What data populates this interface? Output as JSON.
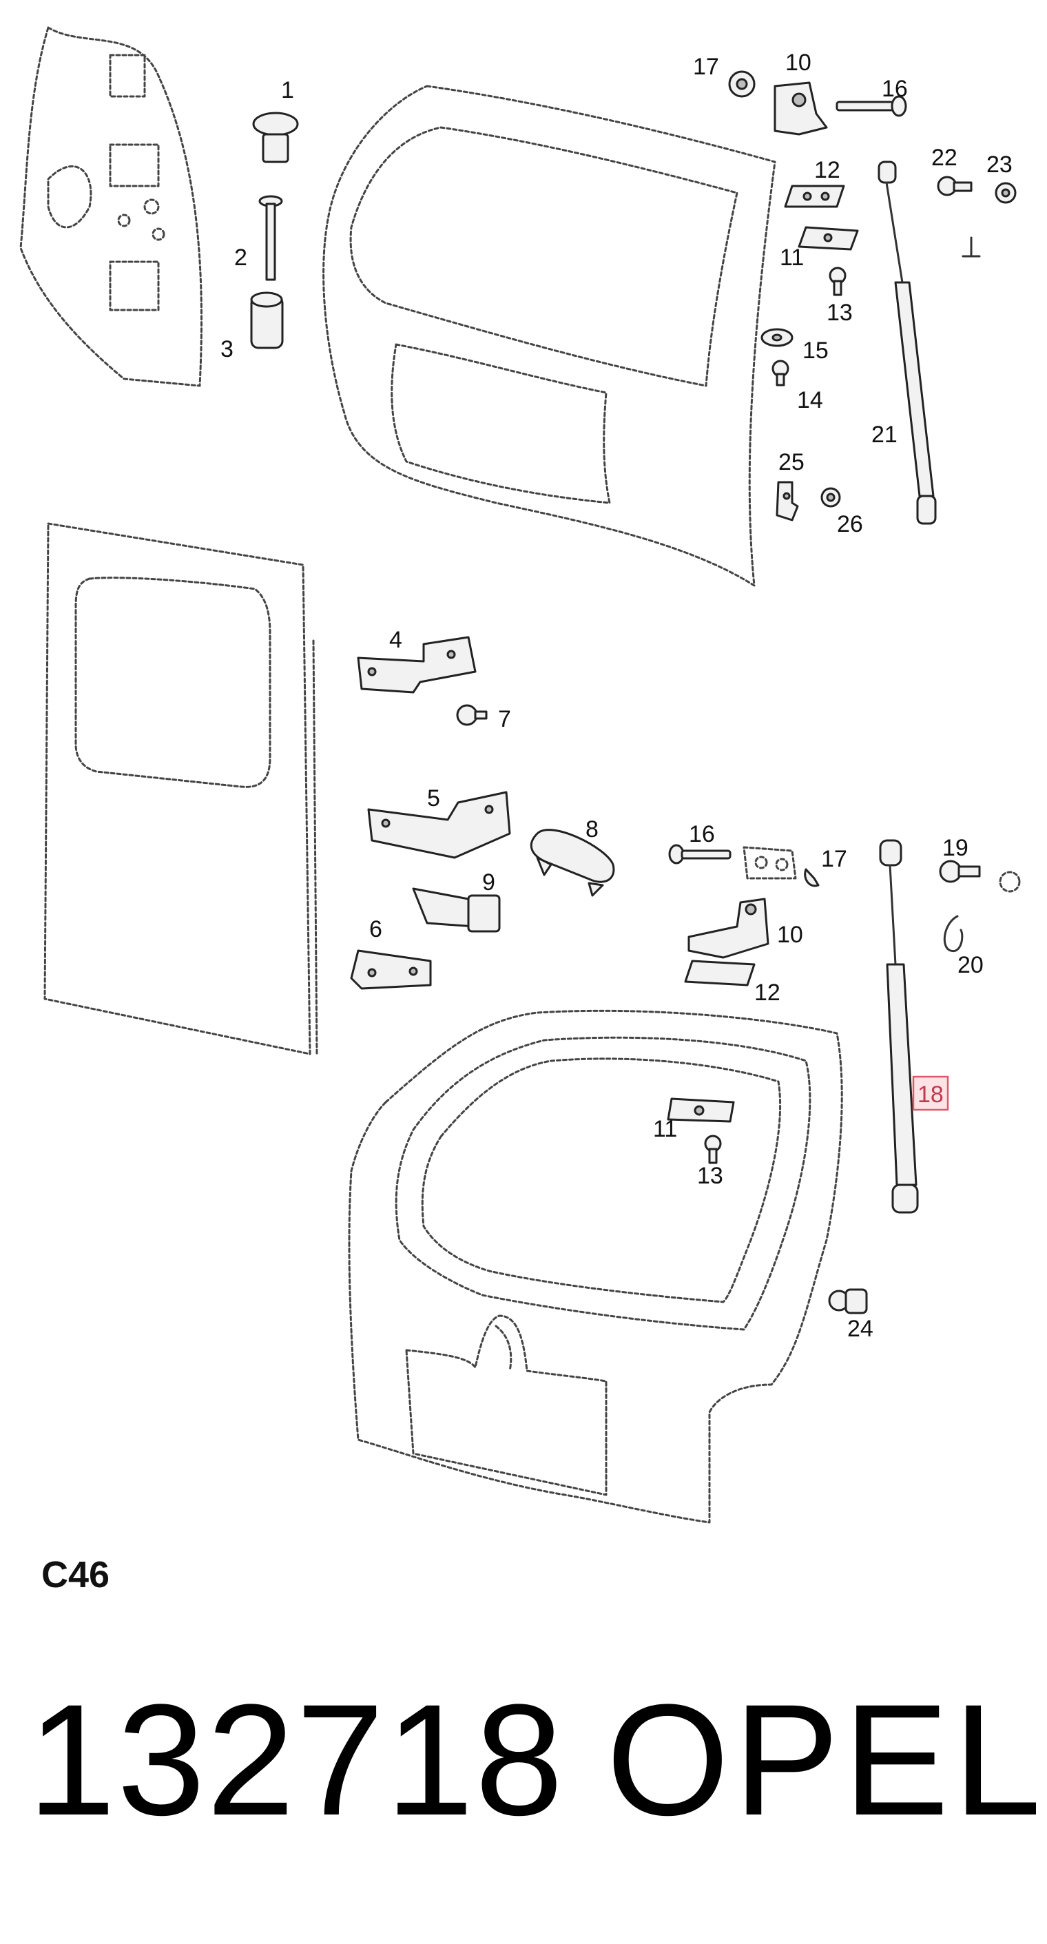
{
  "diagram": {
    "code": "C46",
    "catalog_number": "132718",
    "brand": "OPEL",
    "highlighted_part": "18",
    "labels": {
      "p1": "1",
      "p2": "2",
      "p3": "3",
      "p4": "4",
      "p5": "5",
      "p6": "6",
      "p7": "7",
      "p8": "8",
      "p9": "9",
      "p10a": "10",
      "p10b": "10",
      "p11a": "11",
      "p11b": "11",
      "p12a": "12",
      "p12b": "12",
      "p13a": "13",
      "p13b": "13",
      "p14": "14",
      "p15": "15",
      "p16a": "16",
      "p16b": "16",
      "p17a": "17",
      "p17b": "17",
      "p18": "18",
      "p19": "19",
      "p20": "20",
      "p21": "21",
      "p22": "22",
      "p23": "23",
      "p24": "24",
      "p25": "25",
      "p26": "26"
    }
  }
}
